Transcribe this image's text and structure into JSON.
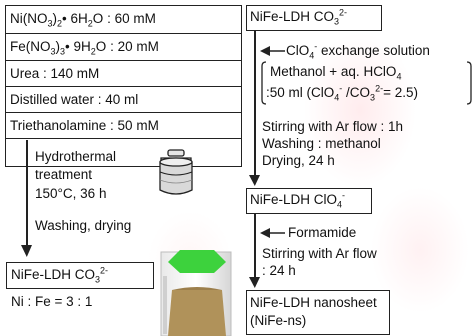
{
  "left": {
    "ni": {
      "pre": "Ni(NO",
      "s1": "3",
      "mid": ")",
      "s2": "2",
      "post": "• 6H",
      "s3": "2",
      "end": "O",
      "value": ": 60 mM"
    },
    "fe": {
      "pre": "Fe(NO",
      "s1": "3",
      "mid": ")",
      "s2": "3",
      "post": "• 9H",
      "s3": "2",
      "end": "O",
      "value": ": 20 mM"
    },
    "urea": "Urea : 140 mM",
    "water": "Distilled water : 40 ml",
    "tea": "Triethanolamine : 50 mM",
    "hydro1": "Hydrothermal",
    "hydro2": "treatment",
    "temp": "150°C, 36 h",
    "washing": "Washing, drying",
    "product": {
      "pre": "NiFe-LDH CO",
      "sub": "3",
      "sup": "2-"
    },
    "ratio": "Ni : Fe = 3 : 1"
  },
  "right": {
    "start": {
      "pre": "NiFe-LDH CO",
      "sub": "3",
      "sup": "2-"
    },
    "exchange": {
      "pre": "ClO",
      "sub": "4",
      "sup": "-",
      "post": " exchange solution"
    },
    "methanol": {
      "pre": "Methanol + aq. HClO",
      "sub": "4"
    },
    "ratio_line": {
      "pre": ":50 ml (ClO",
      "sub1": "4",
      "sup1": "-",
      "mid": " /CO",
      "sub2": "3",
      "sup2": "2-",
      "post": "= 2.5)"
    },
    "stir1": "Stirring with Ar flow : 1h",
    "wash": "Washing : methanol",
    "dry": "Drying, 24 h",
    "clo4": {
      "pre": "NiFe-LDH ClO",
      "sub": "4",
      "sup": "-"
    },
    "formamide": "Formamide",
    "stir2a": "Stirring with Ar flow",
    "stir2b": ": 24 h",
    "nano1": "NiFe-LDH nanosheet",
    "nano2": "(NiFe-ns)"
  },
  "colors": {
    "vial_cap": "#3dd23d",
    "powder": "#b0925a",
    "line": "#222222"
  }
}
